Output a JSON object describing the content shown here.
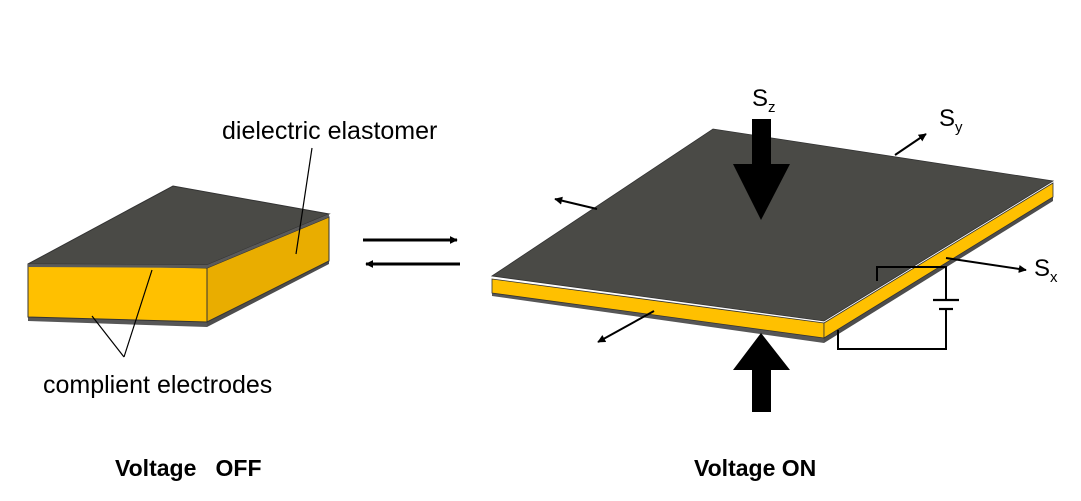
{
  "labels": {
    "dielectric": "dielectric elastomer",
    "electrodes": "complient electrodes",
    "voltage_off": "Voltage   OFF",
    "voltage_on": "Voltage ON"
  },
  "stress_symbols": {
    "z": {
      "base": "S",
      "sub": "z"
    },
    "y": {
      "base": "S",
      "sub": "y"
    },
    "x": {
      "base": "S",
      "sub": "x"
    }
  },
  "colors": {
    "electrode_top": "#4a4a46",
    "elastomer_front": "#ffc000",
    "elastomer_side": "#e6aa00",
    "electrode_edge": "#575757",
    "arrow": "#000000"
  }
}
